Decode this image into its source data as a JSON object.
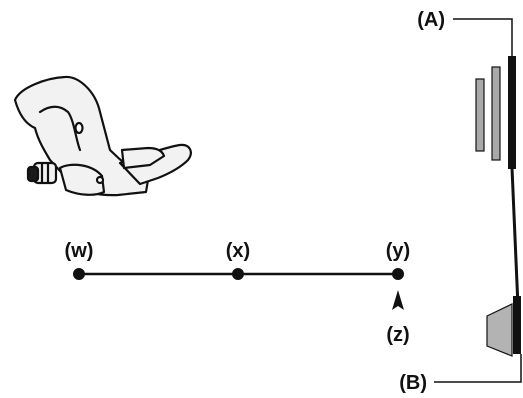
{
  "labels": {
    "A": "(A)",
    "B": "(B)",
    "w": "(w)",
    "x": "(x)",
    "y": "(y)",
    "z": "(z)"
  },
  "colors": {
    "ink": "#111111",
    "plate_gray": "#a9a9a9",
    "cone_gray": "#b3b3b3",
    "shifter_body": "#f2f2f2"
  },
  "icons": {
    "shifter": "shift-lever-illustration",
    "pointer": "arrow-up-icon"
  }
}
